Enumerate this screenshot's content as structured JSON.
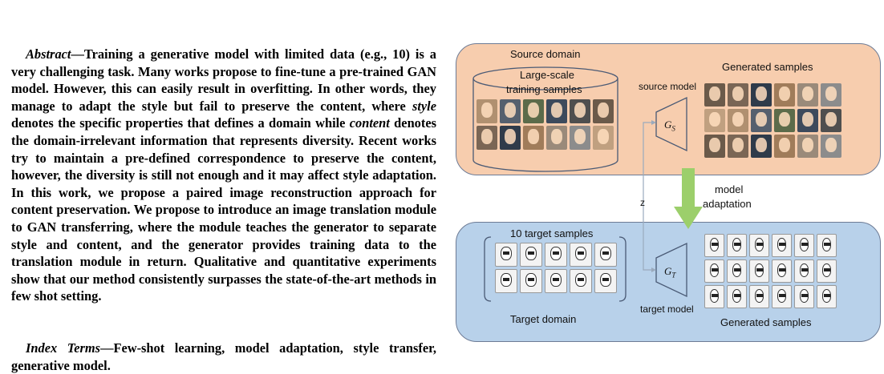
{
  "abstract": {
    "lead": "Abstract",
    "dash": "—",
    "seg1": "Training a generative model with limited data (e.g., 10) is a very challenging task. Many works propose to fine-tune a pre-trained GAN model. However, this can easily result in overfitting. In other words, they manage to adapt the style but fail to preserve the content, where ",
    "style_word": "style",
    "seg2": " denotes the specific properties that defines a domain while ",
    "content_word": "content",
    "seg3": " denotes the domain-irrelevant information that represents diversity. Recent works try to maintain a pre-defined correspondence to preserve the content, however, the diversity is still not enough and it may affect style adaptation. In this work, we propose a paired image reconstruction approach for content preservation. We propose to introduce an image translation module to GAN transferring, where the module teaches the generator to separate style and content, and the generator provides training data to the translation module in return. Qualitative and quantitative experiments show that our method consistently surpasses the state-of-the-art methods in few shot setting."
  },
  "index_terms": {
    "lead": "Index Terms",
    "dash": "—",
    "text": "Few-shot learning, model adaptation, style transfer, generative model."
  },
  "figure": {
    "source_domain": "Source domain",
    "large_scale_line1": "Large-scale",
    "large_scale_line2": "training samples",
    "source_model": "source model",
    "gs_label": "G",
    "gs_sub": "S",
    "generated_samples_top": "Generated samples",
    "z_label": "z",
    "model_adaptation_line1": "model",
    "model_adaptation_line2": "adaptation",
    "target_samples": "10 target samples",
    "gt_label": "G",
    "gt_sub": "T",
    "target_model": "target model",
    "target_domain": "Target domain",
    "generated_samples_bottom": "Generated samples",
    "colors": {
      "source_panel": "#f7cdae",
      "target_panel": "#b8d1ea",
      "arrow_green": "#9ccf6b"
    }
  }
}
